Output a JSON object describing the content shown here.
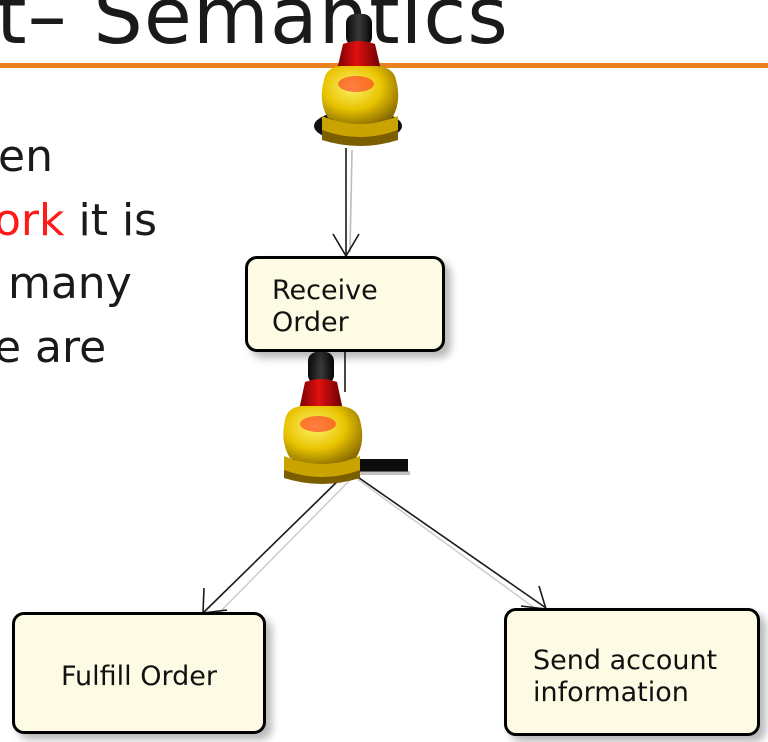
{
  "slide": {
    "title": "t– Semantics",
    "accent_color": "#e8821e",
    "highlight_color": "#ff1a1a",
    "bullet_lines": [
      {
        "before": "en",
        "highlight": "",
        "after": ""
      },
      {
        "before": "",
        "highlight": "ork",
        "after": " it is"
      },
      {
        "before": " many",
        "highlight": "",
        "after": ""
      },
      {
        "before": "e are",
        "highlight": "",
        "after": ""
      }
    ]
  },
  "diagram": {
    "node_fill": "#fdfbe3",
    "nodes": {
      "receive_order": {
        "line1": "Receive",
        "line2": "Order"
      },
      "fulfill_order": {
        "line1": "Fulfill Order"
      },
      "send_account": {
        "line1": "Send account",
        "line2": "information"
      }
    },
    "tokens": [
      {
        "icon": "token-bottle-icon",
        "location": "initial-node"
      },
      {
        "icon": "token-bottle-icon",
        "location": "fork-node"
      }
    ]
  }
}
